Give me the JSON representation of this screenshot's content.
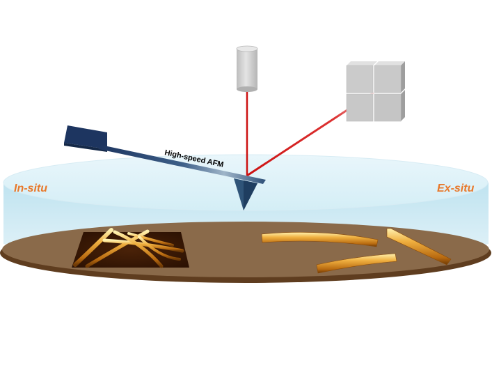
{
  "labels": {
    "in_situ": "In-situ",
    "ex_situ": "Ex-situ",
    "afm": "High-speed AFM"
  },
  "colors": {
    "label_orange": "#e8782a",
    "cantilever_dark": "#1f3a66",
    "laser_red": "#cc1111",
    "liquid": "#cfe9f3",
    "substrate": "#8a6a4a"
  },
  "icons": {
    "light_source": "cylinder-light-source-icon",
    "detector": "photodetector-quadrant-icon"
  }
}
